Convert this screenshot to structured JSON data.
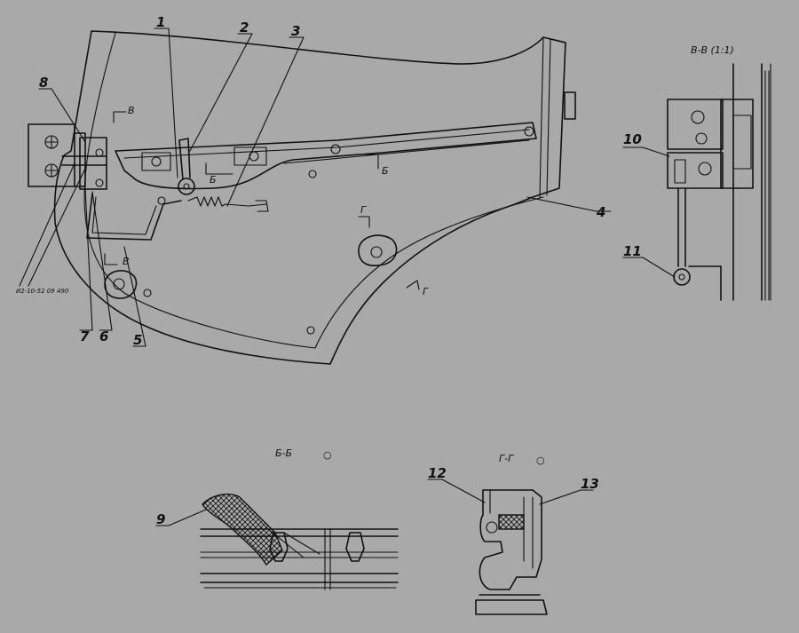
{
  "drawing": {
    "callouts": [
      "1",
      "2",
      "3",
      "4",
      "5",
      "6",
      "7",
      "8",
      "9",
      "10",
      "11",
      "12",
      "13"
    ],
    "doc_number": "И2-10-52 09 490",
    "section_marks": {
      "b": "Б",
      "v": "В",
      "g": "Г"
    },
    "sections": {
      "vv": {
        "title": "В-В (1:1)"
      },
      "bb": {
        "title": "Б-Б",
        "mark": "○"
      },
      "gg": {
        "title": "Г-Г",
        "mark": "○"
      }
    }
  }
}
